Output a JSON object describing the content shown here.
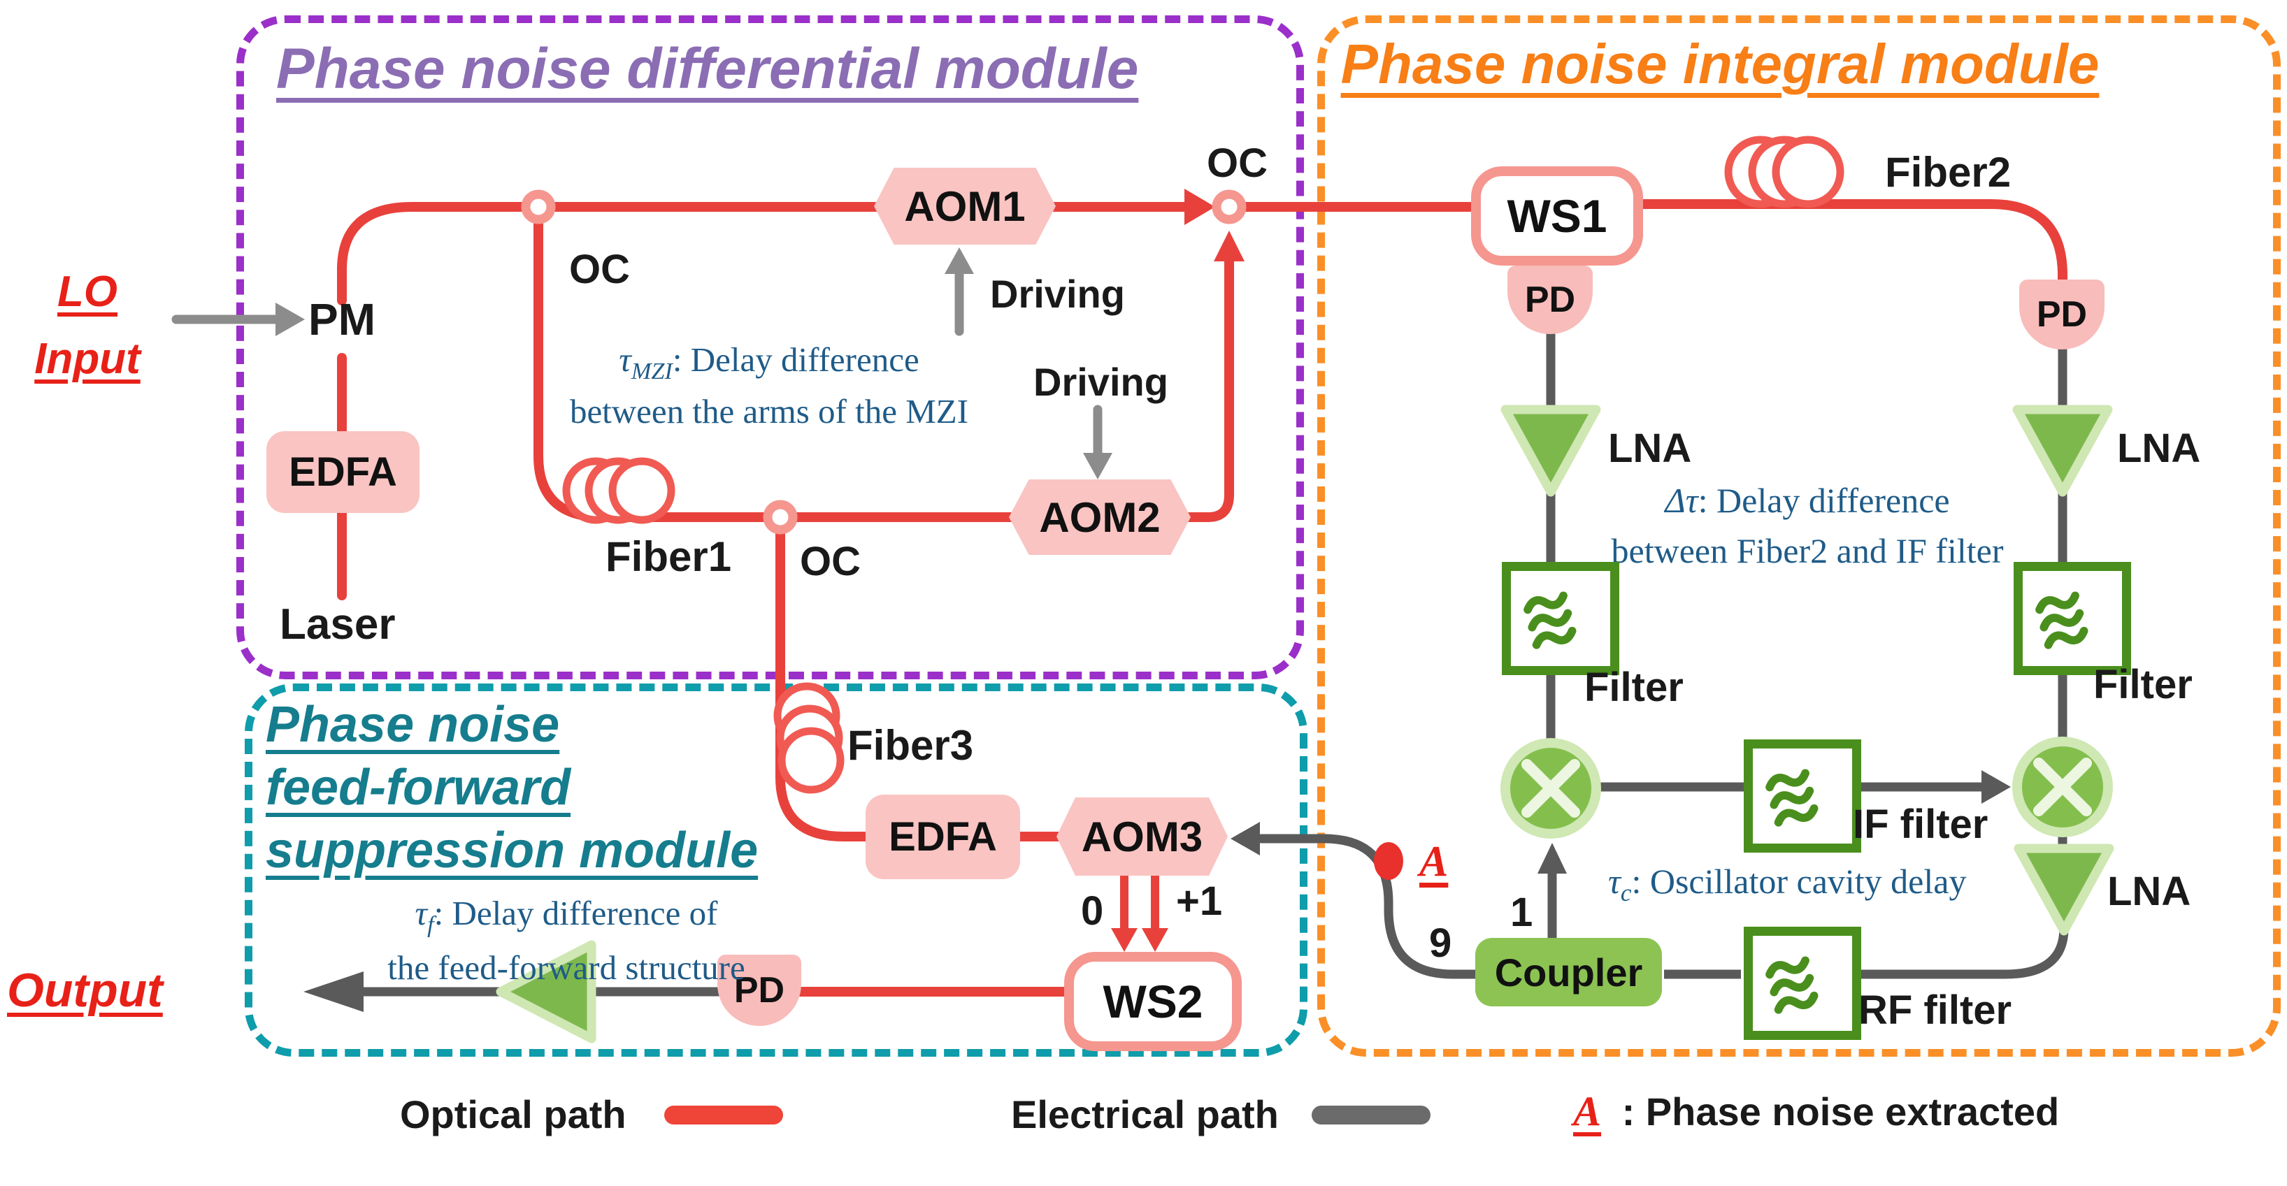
{
  "modules": {
    "differential": {
      "title": "Phase noise differential module"
    },
    "integral": {
      "title": "Phase noise integral module"
    },
    "feedforward": {
      "lines": [
        "Phase noise",
        "feed-forward",
        "suppression module"
      ]
    }
  },
  "io": {
    "lo_line1": "LO",
    "lo_line2": "Input",
    "output": "Output"
  },
  "components": {
    "pm": "PM",
    "edfa": "EDFA",
    "laser": "Laser",
    "oc": "OC",
    "aom1": "AOM1",
    "aom2": "AOM2",
    "aom3": "AOM3",
    "driving": "Driving",
    "fiber1": "Fiber1",
    "fiber2": "Fiber2",
    "fiber3": "Fiber3",
    "ws1": "WS1",
    "ws2": "WS2",
    "pd": "PD",
    "lna": "LNA",
    "filter": "Filter",
    "if_filter": "IF filter",
    "rf_filter": "RF filter",
    "coupler": "Coupler"
  },
  "port_labels": {
    "zero": "0",
    "plus_one": "+1",
    "one": "1",
    "nine": "9",
    "a": "A"
  },
  "annotations": {
    "tau_mzi": {
      "sym": "τ",
      "sub": "MZI",
      "rest": ": Delay difference",
      "line2": "between the arms of the MZI"
    },
    "delta_tau": {
      "sym": "Δτ",
      "rest": ": Delay difference",
      "line2": "between Fiber2 and IF filter"
    },
    "tau_c": {
      "sym": "τ",
      "sub": "c",
      "rest": ": Oscillator cavity delay"
    },
    "tau_f": {
      "sym": "τ",
      "sub": "f",
      "rest": ": Delay difference of",
      "line2": "the feed-forward structure"
    }
  },
  "legend": {
    "optical": "Optical path",
    "electrical": "Electrical path",
    "a_symbol": "A",
    "a_text": ": Phase noise extracted"
  },
  "colors": {
    "optical_red": "#e8413c",
    "electrical_gray": "#5a5a5a",
    "accent_red": "#e82118",
    "module_purple": "#9b2fc9",
    "module_orange": "#fa8f28",
    "module_teal": "#0f9cab",
    "title_purple": "#8b6db4",
    "green": "#84bf4e",
    "dark_green": "#4a8f1d",
    "pink": "#f9c4c2",
    "salmon": "#f5968f",
    "annotation_blue": "#1f5b88"
  }
}
